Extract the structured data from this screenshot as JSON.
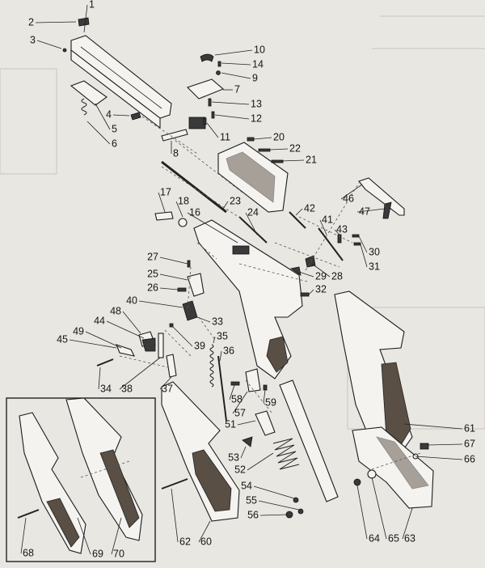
{
  "diagram": {
    "labels": [
      "1",
      "2",
      "3",
      "4",
      "5",
      "6",
      "7",
      "8",
      "9",
      "10",
      "11",
      "12",
      "13",
      "14",
      "16",
      "17",
      "18",
      "20",
      "21",
      "22",
      "23",
      "24",
      "25",
      "26",
      "27",
      "28",
      "29",
      "30",
      "31",
      "32",
      "33",
      "34",
      "35",
      "36",
      "37",
      "38",
      "39",
      "40",
      "41",
      "42",
      "43",
      "44",
      "45",
      "46",
      "47",
      "48",
      "49",
      "51",
      "52",
      "53",
      "54",
      "55",
      "56",
      "57",
      "58",
      "59",
      "60",
      "61",
      "62",
      "63",
      "64",
      "65",
      "66",
      "67",
      "68",
      "69",
      "70"
    ]
  }
}
